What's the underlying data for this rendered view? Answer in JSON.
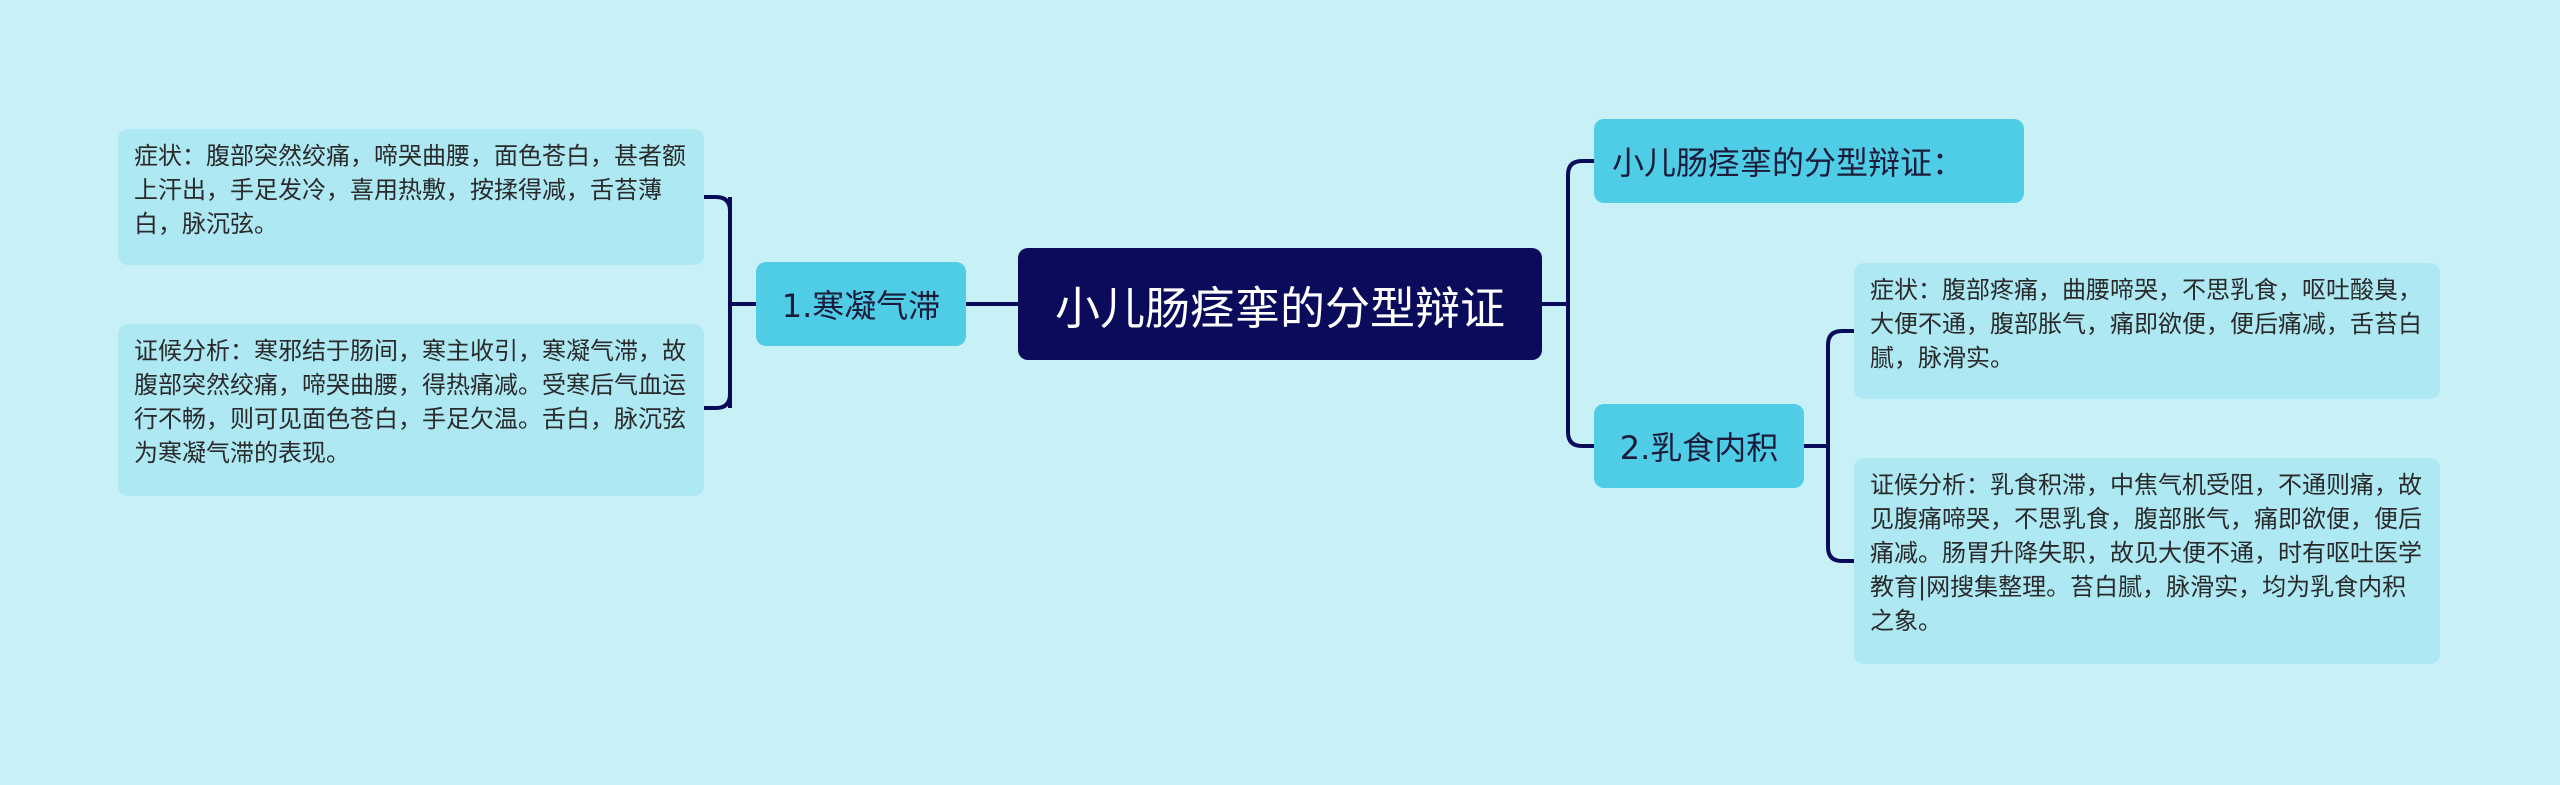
{
  "mindmap": {
    "root": "小儿肠痉挛的分型辩证",
    "left_branch": {
      "label": "1.寒凝气滞",
      "details": [
        "症状：腹部突然绞痛，啼哭曲腰，面色苍白，甚者额上汗出，手足发冷，喜用热敷，按揉得减，舌苔薄白，脉沉弦。",
        "证候分析：寒邪结于肠间，寒主收引，寒凝气滞，故腹部突然绞痛，啼哭曲腰，得热痛减。受寒后气血运行不畅，则可见面色苍白，手足欠温。舌白，脉沉弦为寒凝气滞的表现。"
      ]
    },
    "right_branches": [
      {
        "label": "小儿肠痉挛的分型辩证："
      },
      {
        "label": "2.乳食内积",
        "details": [
          "症状：腹部疼痛，曲腰啼哭，不思乳食，呕吐酸臭，大便不通，腹部胀气，痛即欲便，便后痛减，舌苔白腻，脉滑实。",
          "证候分析：乳食积滞，中焦气机受阻，不通则痛，故见腹痛啼哭，不思乳食，腹部胀气，痛即欲便，便后痛减。肠胃升降失职，故见大便不通，时有呕吐医学教育|网搜集整理。苔白腻，脉滑实，均为乳食内积之象。"
        ]
      }
    ]
  },
  "colors": {
    "background": "#c8f0f7",
    "root_fill": "#0b0b5c",
    "branch_fill": "#4fcde6",
    "leaf_fill": "#ade8f3",
    "connector": "#0b0b5c"
  }
}
